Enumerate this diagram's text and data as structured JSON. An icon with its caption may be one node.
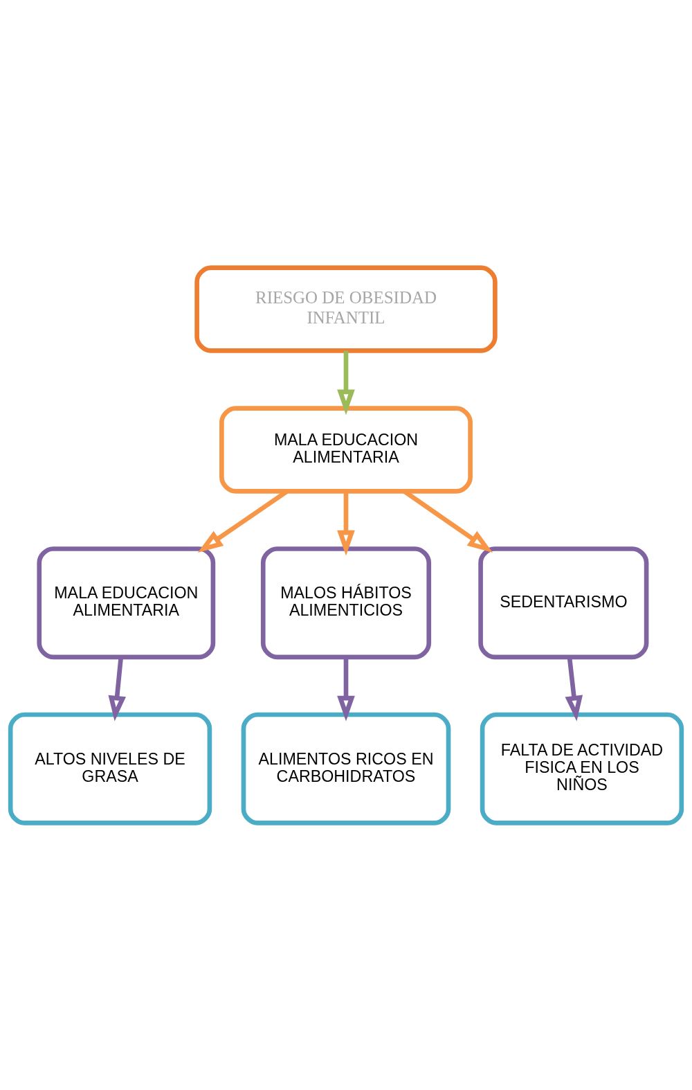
{
  "diagram": {
    "nodes": [
      {
        "text": [
          "RIESGO DE OBESIDAD INFANTIL"
        ]
      },
      {
        "text": [
          "MALA EDUCACION ALIMENTARIA"
        ]
      },
      {
        "text": [
          "MALA EDUCACION ALIMENTARIA"
        ]
      },
      {
        "text": [
          "MALOS HÁBITOS ALIMENTICIOS"
        ]
      },
      {
        "text": [
          "SEDENTARISMO"
        ]
      },
      {
        "text": [
          "ALTOS NIVELES DE GRASA"
        ]
      },
      {
        "text": [
          "ALIMENTOS RICOS EN CARBOHIDRATOS"
        ]
      },
      {
        "text": [
          "FALTA DE ACTIVIDAD FISICA EN LOS NIÑOS"
        ]
      }
    ],
    "edges": [
      {
        "from": 0,
        "to": 1,
        "arrow": "to",
        "color": "#9bbb59"
      },
      {
        "from": 1,
        "to": 2,
        "arrow": "to",
        "color": "#f79646"
      },
      {
        "from": 1,
        "to": 3,
        "arrow": "to",
        "color": "#f79646"
      },
      {
        "from": 1,
        "to": 4,
        "arrow": "to",
        "color": "#f79646"
      },
      {
        "from": 2,
        "to": 5,
        "arrow": "to",
        "color": "#8064a2"
      },
      {
        "from": 3,
        "to": 6,
        "arrow": "to",
        "color": "#8064a2"
      },
      {
        "from": 4,
        "to": 7,
        "arrow": "to",
        "color": "#8064a2"
      }
    ]
  }
}
